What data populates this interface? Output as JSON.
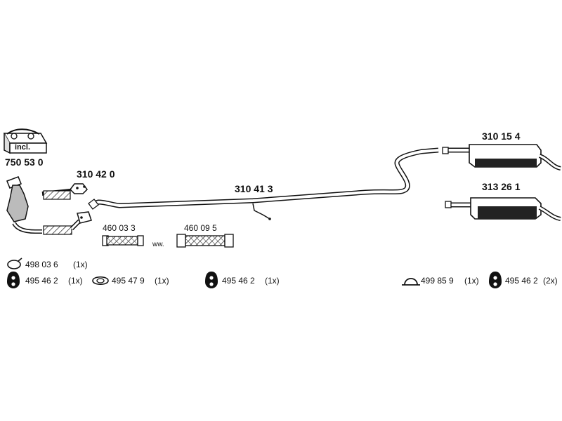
{
  "kit": {
    "badge": "incl.",
    "part": "750 53 0"
  },
  "parts": {
    "front_pipe": "310 42 0",
    "middle_pipe": "310 41 3",
    "rear_muffler_a": "310 15 4",
    "rear_muffler_b": "313 26 1",
    "flex_a": "460 03 3",
    "flex_b": "460 09 5",
    "ww": "ww."
  },
  "accessories": [
    {
      "part": "498 03 6",
      "qty": "(1x)",
      "icon": "clamp-ring-icon"
    },
    {
      "part": "495 46 2",
      "qty": "(1x)",
      "icon": "rubber-hanger-icon"
    },
    {
      "part": "495 47 9",
      "qty": "(1x)",
      "icon": "gasket-ring-icon"
    },
    {
      "part": "495 46 2",
      "qty": "(1x)",
      "icon": "rubber-hanger-icon"
    },
    {
      "part": "499 85 9",
      "qty": "(1x)",
      "icon": "clamp-u-icon"
    },
    {
      "part": "495 46 2",
      "qty": "(2x)",
      "icon": "rubber-hanger-icon"
    }
  ]
}
